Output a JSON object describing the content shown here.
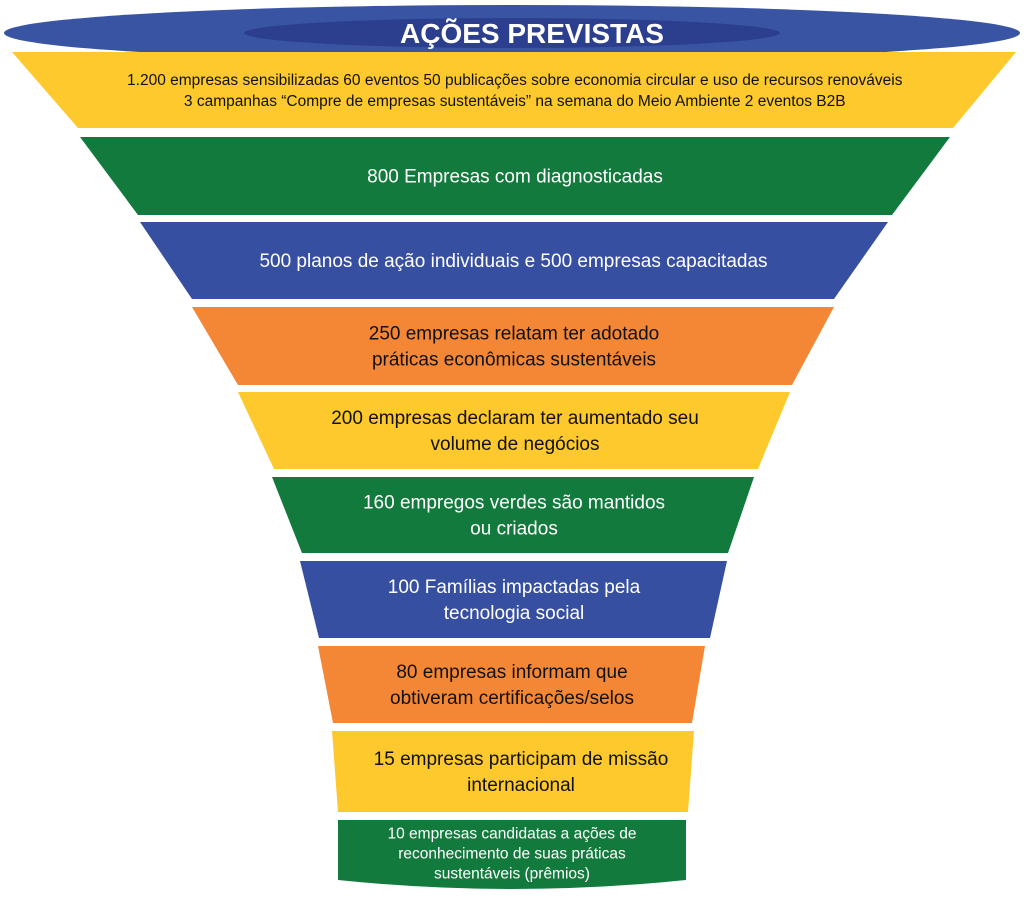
{
  "title": "AÇÕES PREVISTAS",
  "colors": {
    "title_ellipse_outer": "#3a54a4",
    "title_ellipse_inner": "#2c3f8f",
    "title_text": "#ffffff",
    "yellow": "#fdc92d",
    "green": "#137a3d",
    "blue": "#374fa1",
    "orange": "#f48735",
    "dark_text": "#111111",
    "light_text": "#ffffff"
  },
  "stages": [
    {
      "lines": [
        "1.200 empresas sensibilizadas 60 eventos 50 publicações sobre economia circular e uso de recursos renováveis",
        "3 campanhas “Compre de empresas sustentáveis” na semana do Meio Ambiente 2 eventos B2B"
      ],
      "fill": "yellow",
      "text": "dark"
    },
    {
      "lines": [
        "800  Empresas com diagnosticadas"
      ],
      "fill": "green",
      "text": "light"
    },
    {
      "lines": [
        "500 planos de ação individuais e 500 empresas capacitadas"
      ],
      "fill": "blue",
      "text": "light"
    },
    {
      "lines": [
        "250 empresas relatam ter adotado",
        "práticas econômicas sustentáveis"
      ],
      "fill": "orange",
      "text": "dark"
    },
    {
      "lines": [
        "200 empresas declaram ter aumentado seu",
        "volume de negócios"
      ],
      "fill": "yellow",
      "text": "dark"
    },
    {
      "lines": [
        "160 empregos verdes são mantidos",
        "ou criados"
      ],
      "fill": "green",
      "text": "light"
    },
    {
      "lines": [
        "100  Famílias impactadas pela",
        "tecnologia social"
      ],
      "fill": "blue",
      "text": "light"
    },
    {
      "lines": [
        "80 empresas informam que",
        "obtiveram certificações/selos"
      ],
      "fill": "orange",
      "text": "dark"
    },
    {
      "lines": [
        "15 empresas participam de missão",
        "internacional"
      ],
      "fill": "yellow",
      "text": "dark"
    },
    {
      "lines": [
        "10 empresas candidatas a ações de",
        "reconhecimento de suas práticas",
        "sustentáveis (prêmios)"
      ],
      "fill": "green",
      "text": "light"
    }
  ]
}
